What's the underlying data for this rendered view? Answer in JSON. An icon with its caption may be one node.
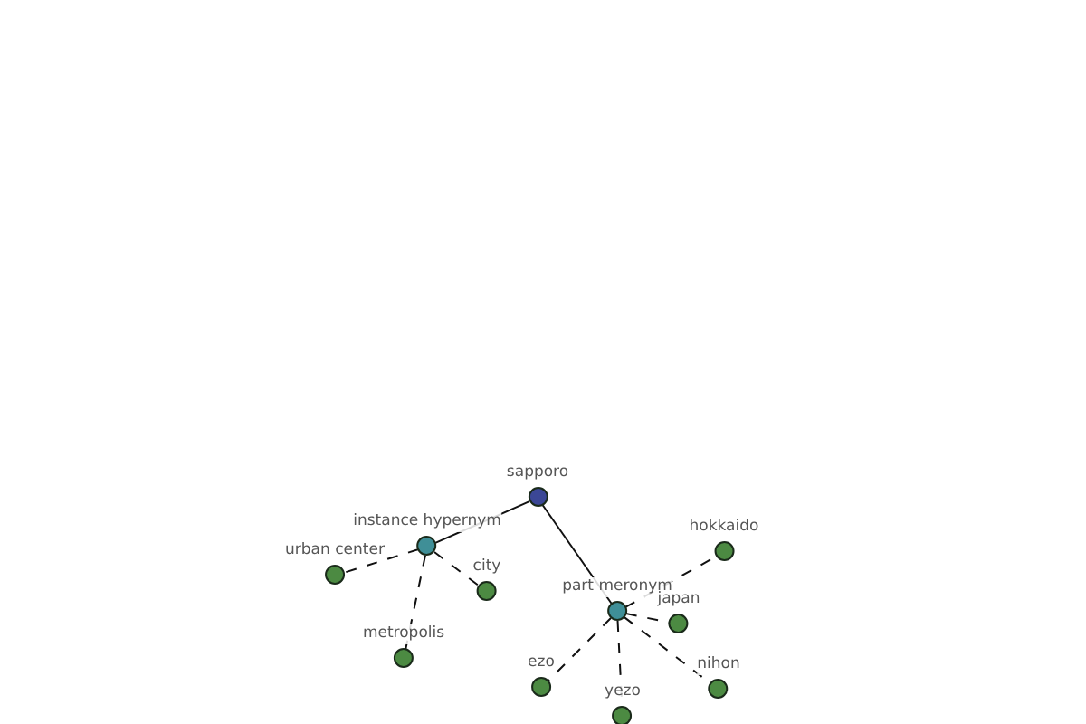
{
  "diagram": {
    "nodes": [
      {
        "text": [
          "sapporo"
        ]
      },
      {
        "text": [
          "instance hypernym"
        ]
      },
      {
        "text": [
          "urban center"
        ]
      },
      {
        "text": [
          "city"
        ]
      },
      {
        "text": [
          "metropolis"
        ]
      },
      {
        "text": [
          "hokkaido"
        ]
      },
      {
        "text": [
          "part meronym"
        ]
      },
      {
        "text": [
          "japan"
        ]
      },
      {
        "text": [
          "ezo"
        ]
      },
      {
        "text": [
          "nihon"
        ]
      },
      {
        "text": [
          "yezo"
        ]
      }
    ],
    "edges": [
      {
        "from": 0,
        "to": 1,
        "arrow": "none"
      },
      {
        "from": 0,
        "to": 6,
        "arrow": "none"
      },
      {
        "from": 1,
        "to": 2,
        "arrow": "none",
        "style": "dashed"
      },
      {
        "from": 1,
        "to": 3,
        "arrow": "none",
        "style": "dashed"
      },
      {
        "from": 1,
        "to": 4,
        "arrow": "none",
        "style": "dashed"
      },
      {
        "from": 6,
        "to": 5,
        "arrow": "none",
        "style": "dashed"
      },
      {
        "from": 6,
        "to": 7,
        "arrow": "none",
        "style": "dashed"
      },
      {
        "from": 6,
        "to": 8,
        "arrow": "none",
        "style": "dashed"
      },
      {
        "from": 6,
        "to": 9,
        "arrow": "none",
        "style": "dashed"
      },
      {
        "from": 6,
        "to": 10,
        "arrow": "none",
        "style": "dashed"
      }
    ]
  }
}
